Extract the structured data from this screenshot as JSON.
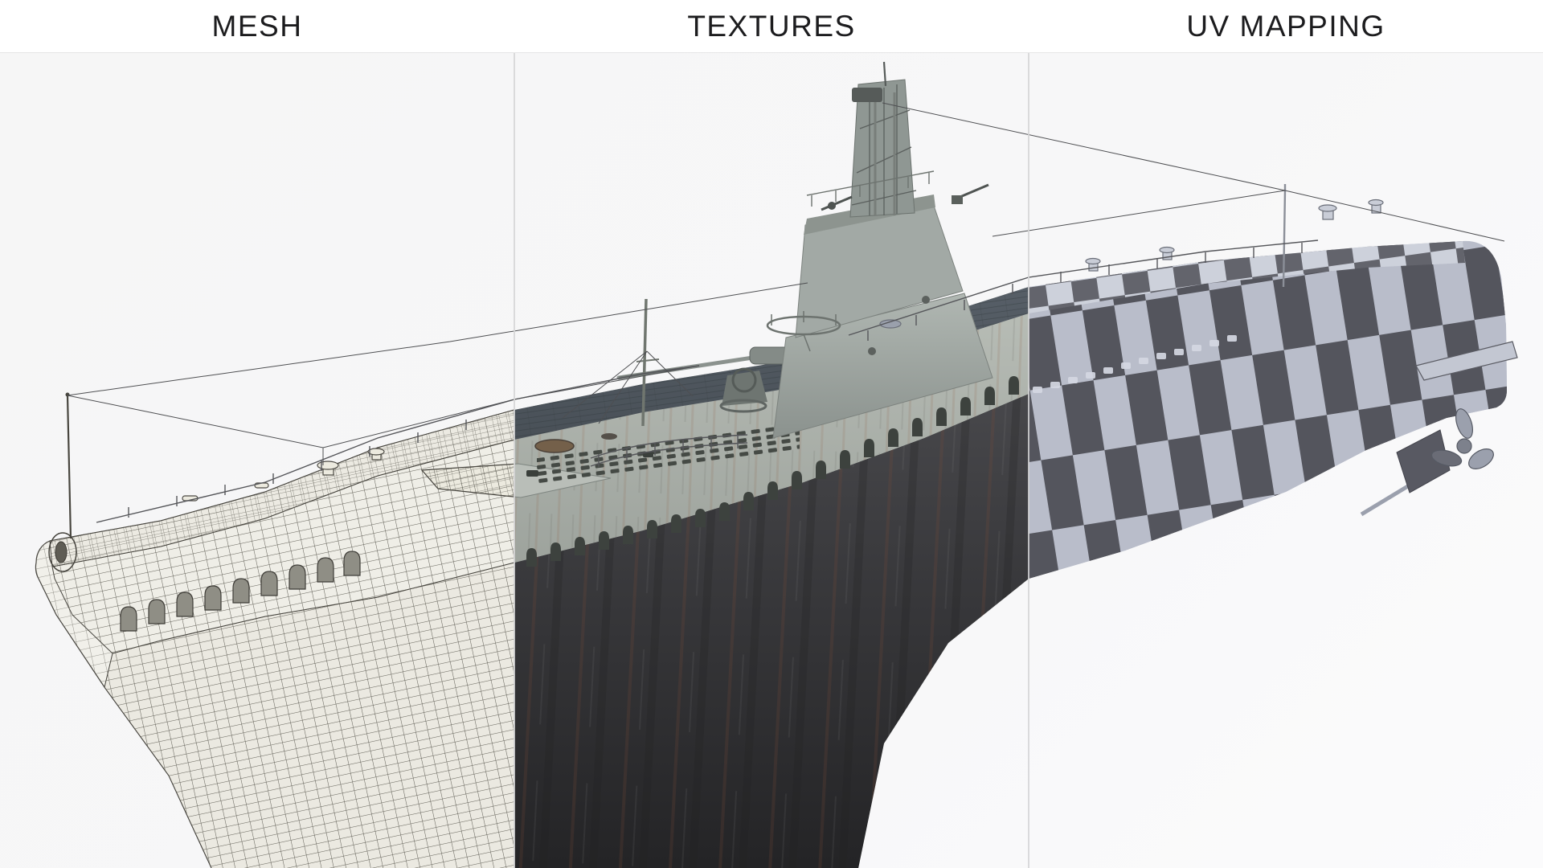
{
  "header": {
    "panels": [
      {
        "id": "mesh",
        "label": "MESH"
      },
      {
        "id": "textures",
        "label": "TEXTURES"
      },
      {
        "id": "uv_mapping",
        "label": "UV MAPPING"
      }
    ]
  },
  "figure": {
    "subject": "WWII fleet submarine 3D model preview"
  },
  "palette": {
    "background": "#f6f6f7",
    "header_bg": "#ffffff",
    "header_text": "#1c1c1e",
    "divider": "#d5d5d6",
    "mesh_surface": "#f1f0ea",
    "mesh_line": "#45433d",
    "deck_dark": "#49525a",
    "hull_light_gray": "#b0b5af",
    "hull_dark": "#2c2c2e",
    "rust": "#7a4a33",
    "uv_checker_dark": "#55565e",
    "uv_checker_light": "#bcc0cc"
  }
}
